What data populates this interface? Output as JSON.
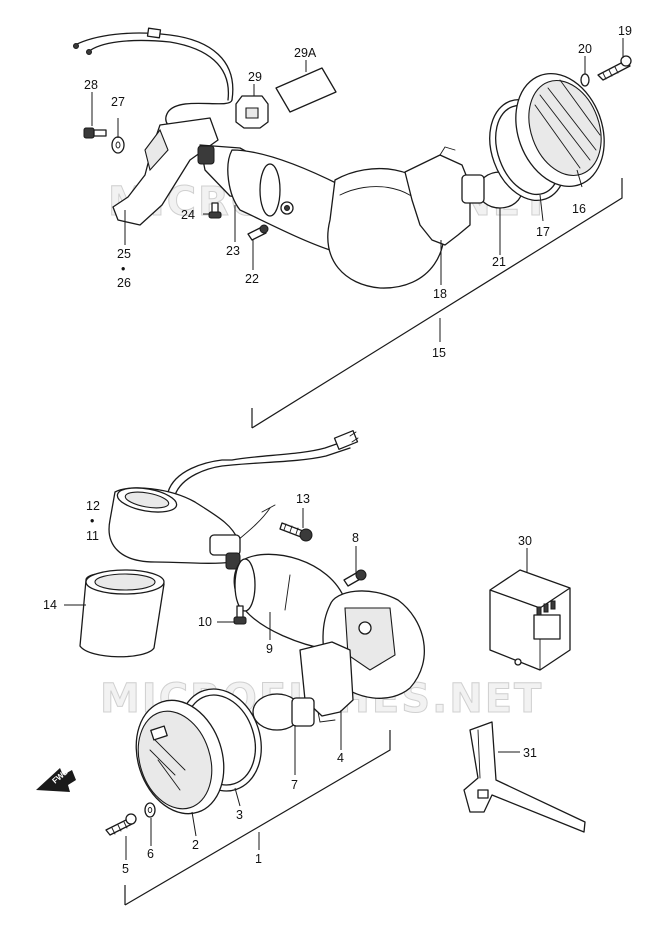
{
  "watermark": "MICROFICHES.NET",
  "fwd_label": "FWD",
  "labels": {
    "p1": "1",
    "p2": "2",
    "p3": "3",
    "p4": "4",
    "p5": "5",
    "p6": "6",
    "p7": "7",
    "p8": "8",
    "p9": "9",
    "p10": "10",
    "p11": "11",
    "p12": "12",
    "p13": "13",
    "p14": "14",
    "p15": "15",
    "p16": "16",
    "p17": "17",
    "p18": "18",
    "p19": "19",
    "p20": "20",
    "p21": "21",
    "p22": "22",
    "p23": "23",
    "p24": "24",
    "p25": "25",
    "p26": "26",
    "p27": "27",
    "p28": "28",
    "p29": "29",
    "p29a": "29A",
    "p30": "30",
    "p31": "31"
  },
  "separator_dot": "•"
}
